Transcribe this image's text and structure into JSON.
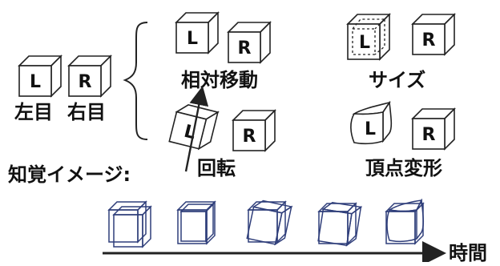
{
  "labels": {
    "left_eye": "左目",
    "right_eye": "右目",
    "relative_move": "相対移動",
    "size": "サイズ",
    "rotation": "回転",
    "vertex_deform": "頂点変形",
    "perceived_image": "知覚イメージ:",
    "time": "時間"
  },
  "cube_letters": {
    "left": "L",
    "right": "R"
  },
  "colors": {
    "outline": "#222222",
    "perceived": "#2f3e7a",
    "text": "#111111"
  }
}
